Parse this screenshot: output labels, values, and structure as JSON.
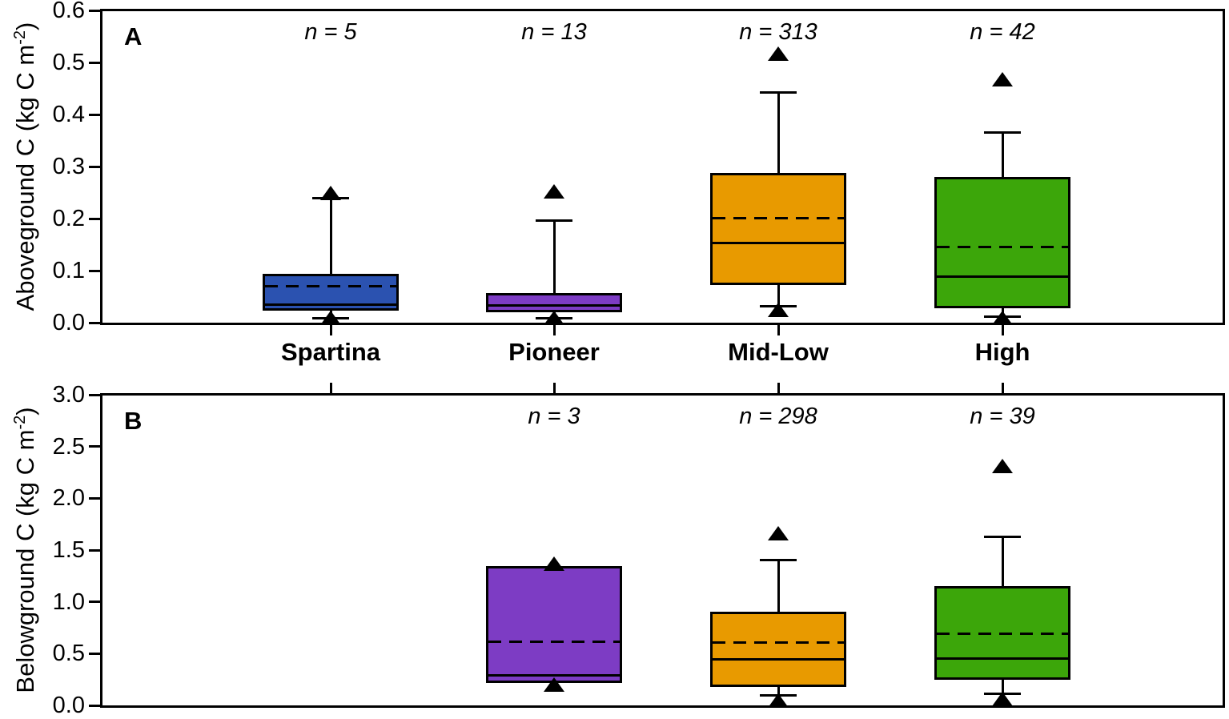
{
  "chart_data": {
    "type": "boxplot",
    "title": "",
    "categories": [
      "Spartina",
      "Pioneer",
      "Mid-Low",
      "High"
    ],
    "colors": {
      "Spartina": "#2B52B0",
      "Pioneer": "#7D3CC4",
      "Mid-Low": "#E89A00",
      "High": "#3CA60A"
    },
    "legend": "none",
    "grid": false,
    "marker_meaning": "black triangles mark extreme values; dashed line = mean, solid line = median",
    "panels": [
      {
        "label": "A",
        "ylabel": "Aboveground C (kg C m⁻²)",
        "ylabel_parts": {
          "main": "Aboveground C (kg C m",
          "sup": "-2",
          "close": ")"
        },
        "ylim": [
          0,
          0.6
        ],
        "ytick_values": [
          0,
          0.1,
          0.2,
          0.3,
          0.4,
          0.5,
          0.6
        ],
        "ytick_labels": [
          "0.0",
          "0.1",
          "0.2",
          "0.3",
          "0.4",
          "0.5",
          "0.6"
        ],
        "boxes": [
          {
            "category": "Spartina",
            "n_label": "n = 5",
            "n": 5,
            "color": "#2B52B0",
            "q1": 0.026,
            "median": 0.037,
            "mean": 0.073,
            "q3": 0.091,
            "whisker_low": 0.008,
            "whisker_high": 0.24,
            "point_low": 0.01,
            "point_high": 0.25
          },
          {
            "category": "Pioneer",
            "n_label": "n = 13",
            "n": 13,
            "color": "#7D3CC4",
            "q1": 0.023,
            "median": 0.036,
            "mean": null,
            "q3": 0.054,
            "whisker_low": 0.008,
            "whisker_high": 0.196,
            "point_low": 0.01,
            "point_high": 0.253
          },
          {
            "category": "Mid-Low",
            "n_label": "n = 313",
            "n": 313,
            "color": "#E89A00",
            "q1": 0.075,
            "median": 0.155,
            "mean": 0.203,
            "q3": 0.286,
            "whisker_low": 0.031,
            "whisker_high": 0.442,
            "point_low": 0.024,
            "point_high": 0.517
          },
          {
            "category": "High",
            "n_label": "n = 42",
            "n": 42,
            "color": "#3CA60A",
            "q1": 0.03,
            "median": 0.091,
            "mean": 0.148,
            "q3": 0.277,
            "whisker_low": 0.012,
            "whisker_high": 0.365,
            "point_low": 0.009,
            "point_high": 0.468
          }
        ]
      },
      {
        "label": "B",
        "ylabel": "Belowground C (kg C m⁻²)",
        "ylabel_parts": {
          "main": "Belowground C (kg C m",
          "sup": "-2",
          "close": ")"
        },
        "ylim": [
          0,
          3.0
        ],
        "ytick_values": [
          0,
          0.5,
          1.0,
          1.5,
          2.0,
          2.5,
          3.0
        ],
        "ytick_labels": [
          "0.0",
          "0.5",
          "1.0",
          "1.5",
          "2.0",
          "2.5",
          "3.0"
        ],
        "boxes": [
          {
            "category": "Pioneer",
            "n_label": "n = 3",
            "n": 3,
            "color": "#7D3CC4",
            "q1": 0.23,
            "median": 0.3,
            "mean": 0.63,
            "q3": 1.33,
            "whisker_low": null,
            "whisker_high": null,
            "point_low": 0.2,
            "point_high": 1.37
          },
          {
            "category": "Mid-Low",
            "n_label": "n = 298",
            "n": 298,
            "color": "#E89A00",
            "q1": 0.19,
            "median": 0.46,
            "mean": 0.62,
            "q3": 0.89,
            "whisker_low": 0.1,
            "whisker_high": 1.4,
            "point_low": 0.05,
            "point_high": 1.66
          },
          {
            "category": "High",
            "n_label": "n = 39",
            "n": 39,
            "color": "#3CA60A",
            "q1": 0.26,
            "median": 0.46,
            "mean": 0.7,
            "q3": 1.14,
            "whisker_low": 0.11,
            "whisker_high": 1.63,
            "point_low": 0.06,
            "point_high": 2.31
          }
        ]
      }
    ]
  }
}
